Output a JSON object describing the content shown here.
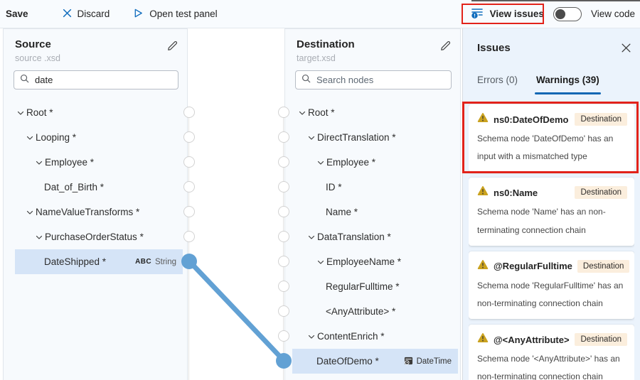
{
  "toolbar": {
    "save": "Save",
    "discard": "Discard",
    "open_test_panel": "Open test panel",
    "view_issues": "View issues",
    "view_code": "View code"
  },
  "source_panel": {
    "title": "Source",
    "subtitle": "source .xsd",
    "search_value": "date",
    "nodes": [
      {
        "label": "Root *",
        "indent": 0,
        "expandable": true
      },
      {
        "label": "Looping *",
        "indent": 1,
        "expandable": true
      },
      {
        "label": "Employee *",
        "indent": 2,
        "expandable": true
      },
      {
        "label": "Dat_of_Birth *",
        "indent": 3,
        "expandable": false
      },
      {
        "label": "NameValueTransforms *",
        "indent": 1,
        "expandable": true
      },
      {
        "label": "PurchaseOrderStatus *",
        "indent": 2,
        "expandable": true
      },
      {
        "label": "DateShipped *",
        "indent": 3,
        "expandable": false,
        "selected": true,
        "badge": {
          "kind": "string",
          "prefix": "ABC",
          "label": "String"
        }
      }
    ]
  },
  "destination_panel": {
    "title": "Destination",
    "subtitle": "target.xsd",
    "search_placeholder": "Search nodes",
    "nodes": [
      {
        "label": "Root *",
        "indent": 0,
        "expandable": true
      },
      {
        "label": "DirectTranslation *",
        "indent": 1,
        "expandable": true
      },
      {
        "label": "Employee *",
        "indent": 2,
        "expandable": true
      },
      {
        "label": "ID *",
        "indent": 3,
        "expandable": false
      },
      {
        "label": "Name *",
        "indent": 3,
        "expandable": false
      },
      {
        "label": "DataTranslation *",
        "indent": 1,
        "expandable": true
      },
      {
        "label": "EmployeeName *",
        "indent": 2,
        "expandable": true
      },
      {
        "label": "RegularFulltime *",
        "indent": 3,
        "expandable": false
      },
      {
        "label": "<AnyAttribute> *",
        "indent": 3,
        "expandable": false
      },
      {
        "label": "ContentEnrich *",
        "indent": 1,
        "expandable": true
      },
      {
        "label": "DateOfDemo *",
        "indent": 2,
        "expandable": false,
        "selected": true,
        "badge": {
          "kind": "datetime",
          "label": "DateTime"
        }
      }
    ]
  },
  "connection": {
    "from": "DateShipped *",
    "to": "DateOfDemo *"
  },
  "issues_panel": {
    "title": "Issues",
    "tabs": {
      "errors": "Errors (0)",
      "warnings": "Warnings (39)"
    },
    "warnings": [
      {
        "title": "ns0:DateOfDemo",
        "badge": "Destination",
        "message": "Schema node 'DateOfDemo' has an input with a mismatched type",
        "highlighted": true
      },
      {
        "title": "ns0:Name",
        "badge": "Destination",
        "message": "Schema node 'Name' has an non-terminating connection chain"
      },
      {
        "title": "@RegularFulltime",
        "badge": "Destination",
        "message": "Schema node 'RegularFulltime' has an non-terminating connection chain"
      },
      {
        "title": "@<AnyAttribute>",
        "badge": "Destination",
        "message": "Schema node '<AnyAttribute>' has an non-terminating connection chain"
      }
    ]
  },
  "colors": {
    "accent_blue": "#0f6cbd",
    "connection_blue": "#62a1d4",
    "selection_bg": "#d5e4f7",
    "warning_amber": "#caa21f",
    "annotation_red": "#e2231a",
    "tab_underline": "#1267b4"
  }
}
